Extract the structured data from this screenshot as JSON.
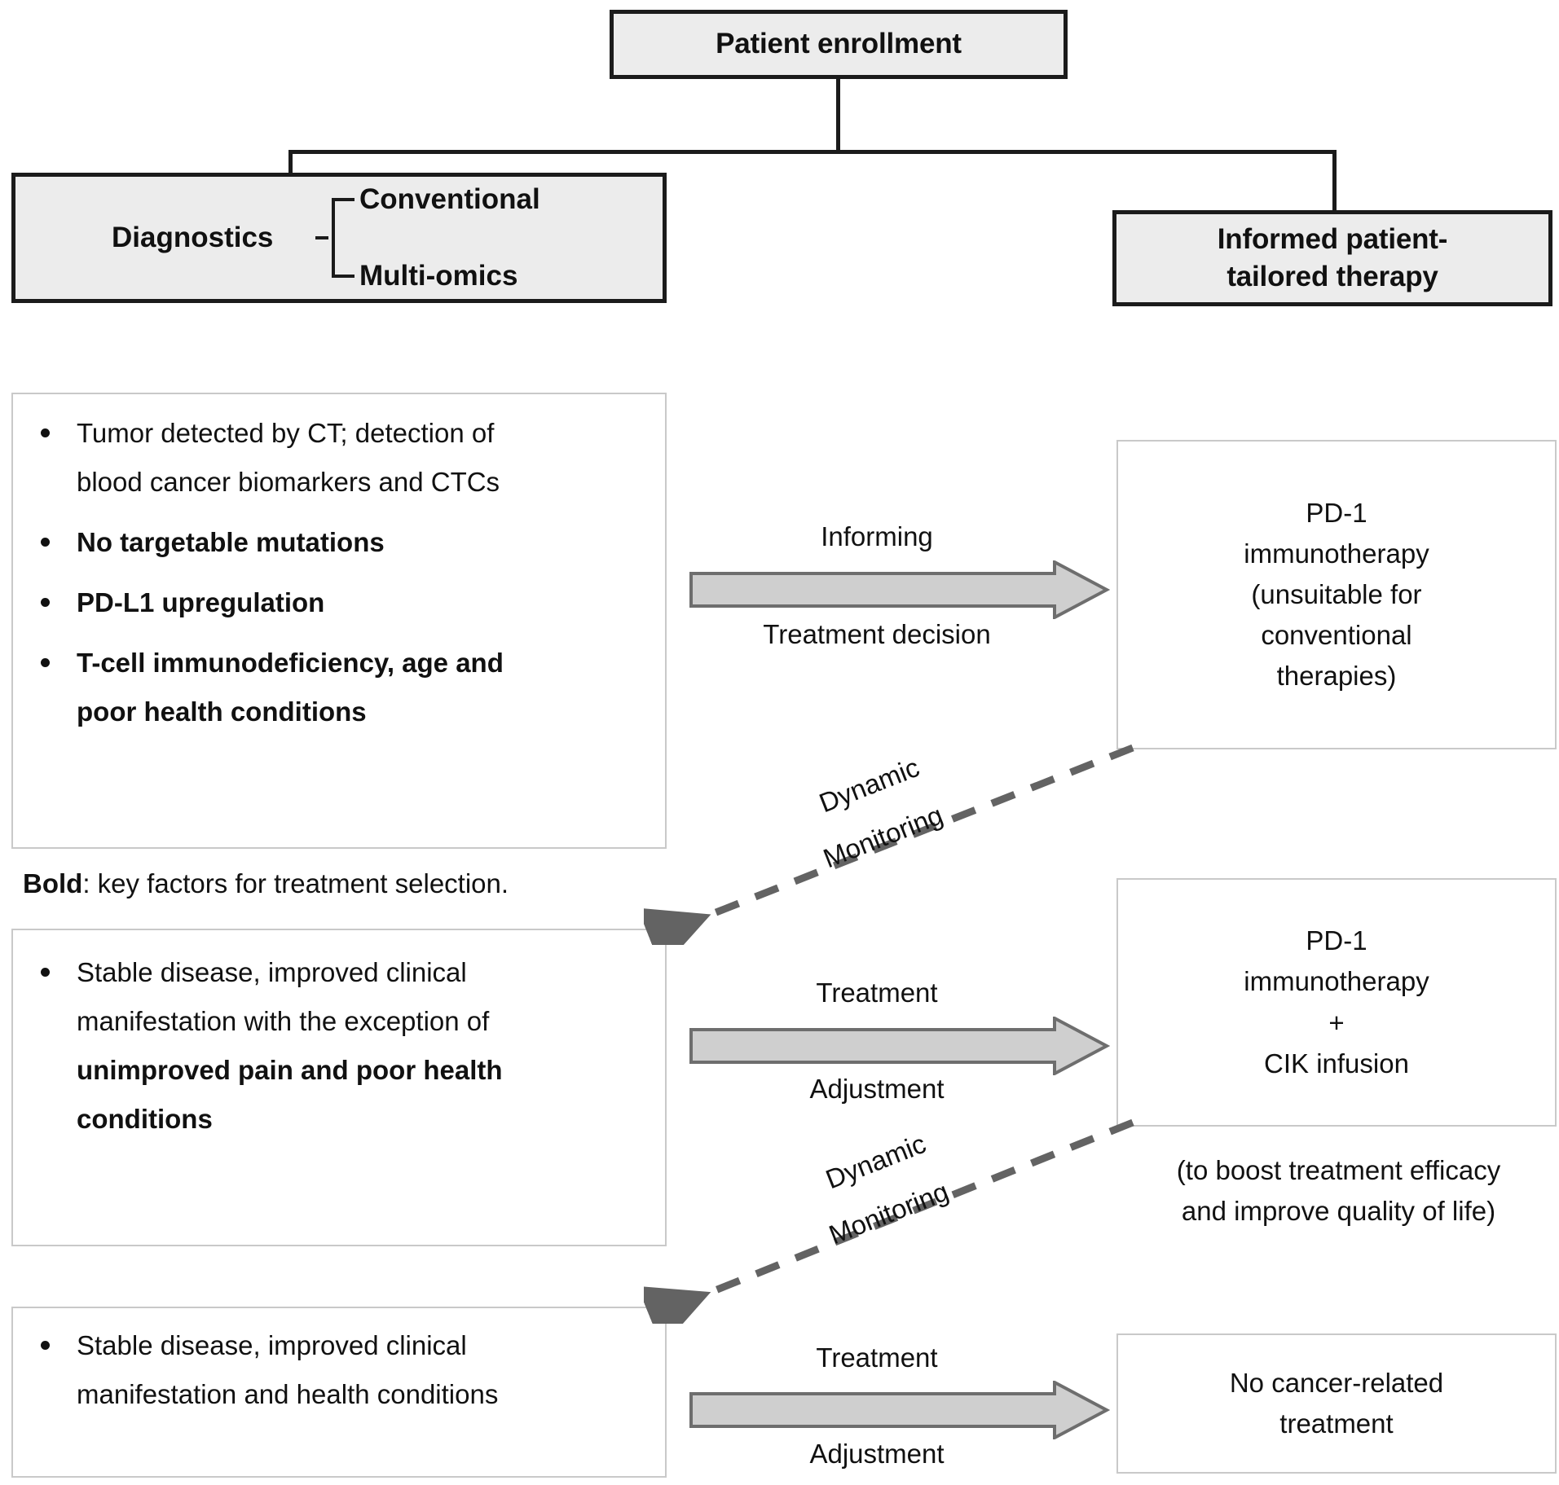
{
  "figure": {
    "type": "flowchart",
    "top_node": {
      "label": "Patient enrollment"
    },
    "branches": [
      {
        "id": "diagnostics",
        "label": "Diagnostics",
        "options": [
          "Conventional",
          "Multi-omics"
        ]
      },
      {
        "id": "therapy",
        "label": "Informed patient-\ntailored therapy",
        "line1": "Informed patient-",
        "line2": "tailored therapy"
      }
    ],
    "left_column": [
      {
        "id": "findings-1",
        "bullets": [
          {
            "text": "Tumor detected by CT; detection of blood cancer biomarkers and CTCs",
            "bold": false
          },
          {
            "text": "No targetable mutations",
            "bold": true
          },
          {
            "text": "PD-L1 upregulation",
            "bold": true
          },
          {
            "text": "T-cell immunodeficiency, age and poor health conditions",
            "bold": true
          }
        ]
      },
      {
        "id": "findings-2",
        "bullets": [
          {
            "text": "Stable disease, improved clinical manifestation with the exception of ",
            "bold": false,
            "bold_tail": "unimproved pain and poor health conditions"
          }
        ]
      },
      {
        "id": "findings-3",
        "bullets": [
          {
            "text": "Stable disease, improved clinical manifestation and health conditions",
            "bold": false
          }
        ]
      }
    ],
    "legend": {
      "bold_word": "Bold",
      "rest": ": key factors for treatment selection."
    },
    "right_column": [
      {
        "id": "therapy-1",
        "text": "PD-1\nimmunotherapy\n(unsuitable for\nconventional\ntherapies)"
      },
      {
        "id": "therapy-2",
        "text": "PD-1\nimmunotherapy\n+\nCIK infusion"
      },
      {
        "id": "therapy-3",
        "text": "No cancer-related\ntreatment"
      }
    ],
    "right_caption": "(to boost treatment efficacy\nand improve quality of life)",
    "arrows": [
      {
        "id": "arrow-1",
        "above": "Informing",
        "below": "Treatment decision"
      },
      {
        "id": "arrow-2",
        "above": "Treatment",
        "below": "Adjustment"
      },
      {
        "id": "arrow-3",
        "above": "Treatment",
        "below": "Adjustment"
      }
    ],
    "dashed_arrows": [
      {
        "id": "dashed-1",
        "line1": "Dynamic",
        "line2": "Monitoring"
      },
      {
        "id": "dashed-2",
        "line1": "Dynamic",
        "line2": "Monitoring"
      }
    ],
    "colors": {
      "header_fill": "#ececec",
      "header_stroke": "#1b1b1b",
      "thin_stroke": "#c9c9c9",
      "arrow_fill": "#cfcfcf",
      "arrow_stroke": "#6e6e6e",
      "dash_stroke": "#636363",
      "text": "#111111"
    }
  }
}
